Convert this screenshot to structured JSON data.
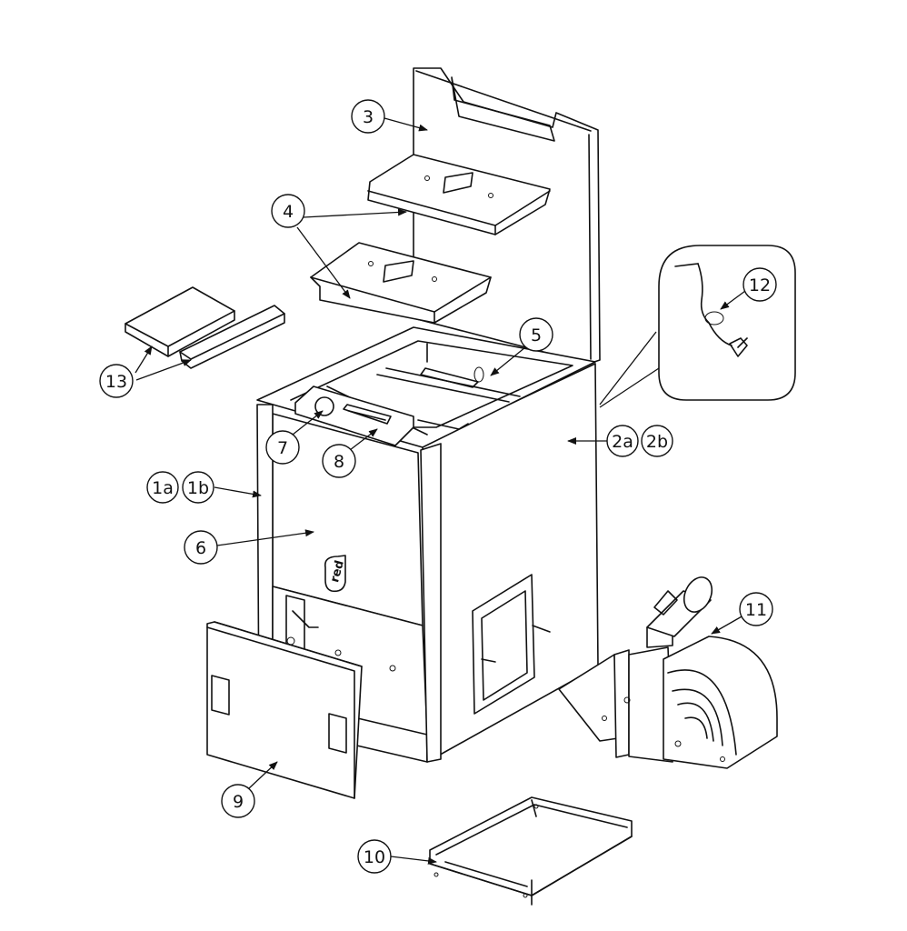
{
  "callouts": {
    "c1a": "1a",
    "c1b": "1b",
    "c2a": "2a",
    "c2b": "2b",
    "c3": "3",
    "c4": "4",
    "c5": "5",
    "c6": "6",
    "c7": "7",
    "c8": "8",
    "c9": "9",
    "c10": "10",
    "c11": "11",
    "c12": "12",
    "c13": "13"
  },
  "logo": "red"
}
